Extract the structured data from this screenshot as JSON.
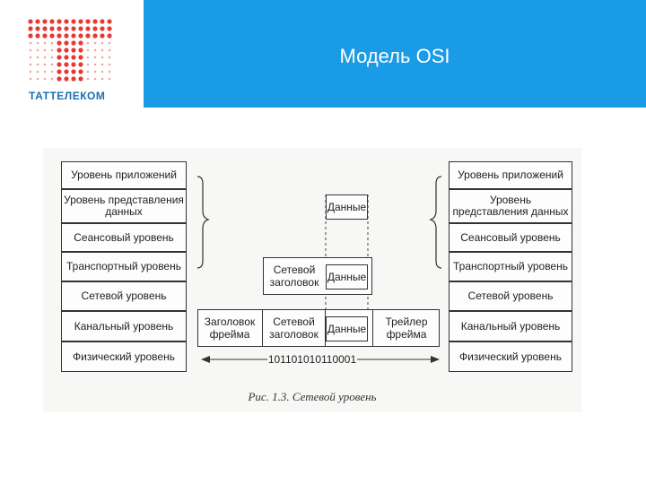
{
  "header": {
    "logo_text": "ТАТТЕЛЕКОМ",
    "title": "Модель OSI",
    "banner_color": "#1a9be6",
    "logo_color": "#e53935"
  },
  "diagram": {
    "left_stack": [
      "Уровень приложений",
      "Уровень представления данных",
      "Сеансовый уровень",
      "Транспортный уровень",
      "Сетевой уровень",
      "Канальный уровень",
      "Физический уровень"
    ],
    "right_stack": [
      "Уровень приложений",
      "Уровень представления данных",
      "Сеансовый уровень",
      "Транспортный уровень",
      "Сетевой уровень",
      "Канальный уровень",
      "Физический уровень"
    ],
    "app_data": "Данные",
    "network_packet": {
      "header": "Сетевой заголовок",
      "data": "Данные"
    },
    "frame": {
      "frame_header": "Заголовок фрейма",
      "network_header": "Сетевой заголовок",
      "data": "Данные",
      "trailer": "Трейлер фрейма"
    },
    "bits": "101101010110001",
    "caption": "Рис. 1.3. Сетевой уровень"
  }
}
